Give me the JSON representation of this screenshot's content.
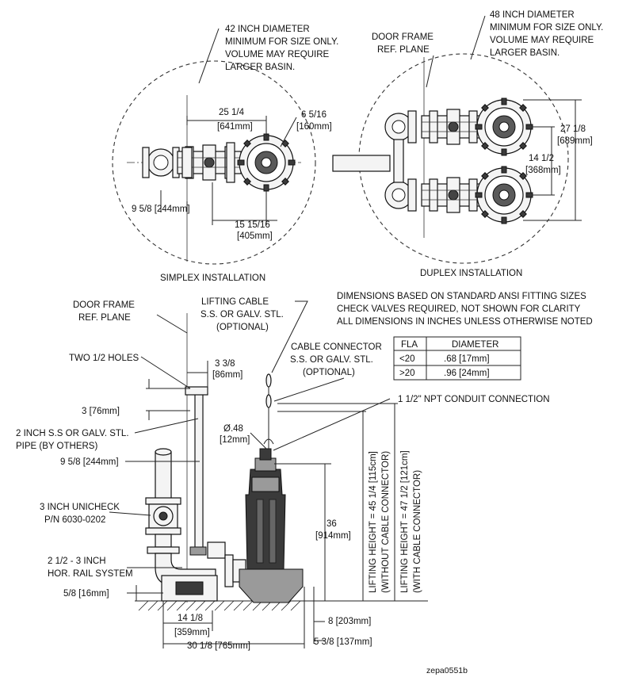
{
  "simplex": {
    "basin_note": [
      "42 INCH DIAMETER",
      "MINIMUM FOR SIZE ONLY.",
      "VOLUME MAY REQUIRE",
      "LARGER BASIN."
    ],
    "dim_width": "25 1/4",
    "dim_width_mm": "[641mm]",
    "dim_offset": "6 5/16",
    "dim_offset_mm": "[160mm]",
    "dim_left": "9 5/8 [244mm]",
    "dim_center": "15 15/16",
    "dim_center_mm": "[405mm]",
    "caption": "SIMPLEX INSTALLATION"
  },
  "duplex": {
    "basin_note": [
      "48 INCH DIAMETER",
      "MINIMUM FOR SIZE ONLY.",
      "VOLUME MAY REQUIRE",
      "LARGER BASIN."
    ],
    "door_frame": [
      "DOOR FRAME",
      "REF. PLANE"
    ],
    "dim_height": "27 1/8",
    "dim_height_mm": "[689mm]",
    "dim_spacing": "14 1/2",
    "dim_spacing_mm": "[368mm]",
    "caption": "DUPLEX INSTALLATION"
  },
  "notes": [
    "DIMENSIONS BASED ON STANDARD ANSI FITTING SIZES",
    "CHECK VALVES REQUIRED, NOT SHOWN FOR CLARITY",
    "ALL DIMENSIONS IN INCHES UNLESS OTHERWISE NOTED"
  ],
  "cable_table": {
    "headers": [
      "FLA",
      "DIAMETER"
    ],
    "rows": [
      [
        "<20",
        ".68 [17mm]"
      ],
      [
        ">20",
        ".96 [24mm]"
      ]
    ]
  },
  "side_view": {
    "door_frame": [
      "DOOR FRAME",
      "REF. PLANE"
    ],
    "lifting_cable": [
      "LIFTING CABLE",
      "S.S. OR GALV. STL.",
      "(OPTIONAL)"
    ],
    "cable_connector": [
      "CABLE CONNECTOR",
      "S.S. OR GALV. STL.",
      "(OPTIONAL)"
    ],
    "conduit": "1 1/2\" NPT CONDUIT CONNECTION",
    "two_holes": "TWO 1/2 HOLES",
    "dim_3_3_8": "3 3/8",
    "dim_3_3_8_mm": "[86mm]",
    "dim_3": "3 [76mm]",
    "pipe": [
      "2 INCH S.S OR GALV. STL.",
      "PIPE (BY OTHERS)"
    ],
    "dim_048": "Ø.48",
    "dim_048_mm": "[12mm]",
    "dim_9_5_8": "9 5/8 [244mm]",
    "unicheck": [
      "3 INCH UNICHECK",
      "P/N 6030-0202"
    ],
    "rail": [
      "2 1/2 - 3 INCH",
      "HOR. RAIL SYSTEM"
    ],
    "dim_5_8": "5/8 [16mm]",
    "dim_36": "36",
    "dim_36_mm": "[914mm]",
    "lift_without": [
      "LIFTING HEIGHT = 45 1/4 [115cm]",
      "(WITHOUT CABLE CONNECTOR)"
    ],
    "lift_with": [
      "LIFTING HEIGHT = 47 1/2 [121cm]",
      "(WITH CABLE CONNECTOR)"
    ],
    "dim_14_1_8": "14 1/8",
    "dim_14_1_8_mm": "[359mm]",
    "dim_8": "8 [203mm]",
    "dim_30_1_8": "30 1/8 [765mm]",
    "dim_5_3_8": "5 3/8 [137mm]"
  },
  "drawing_id": "zepa0551b"
}
